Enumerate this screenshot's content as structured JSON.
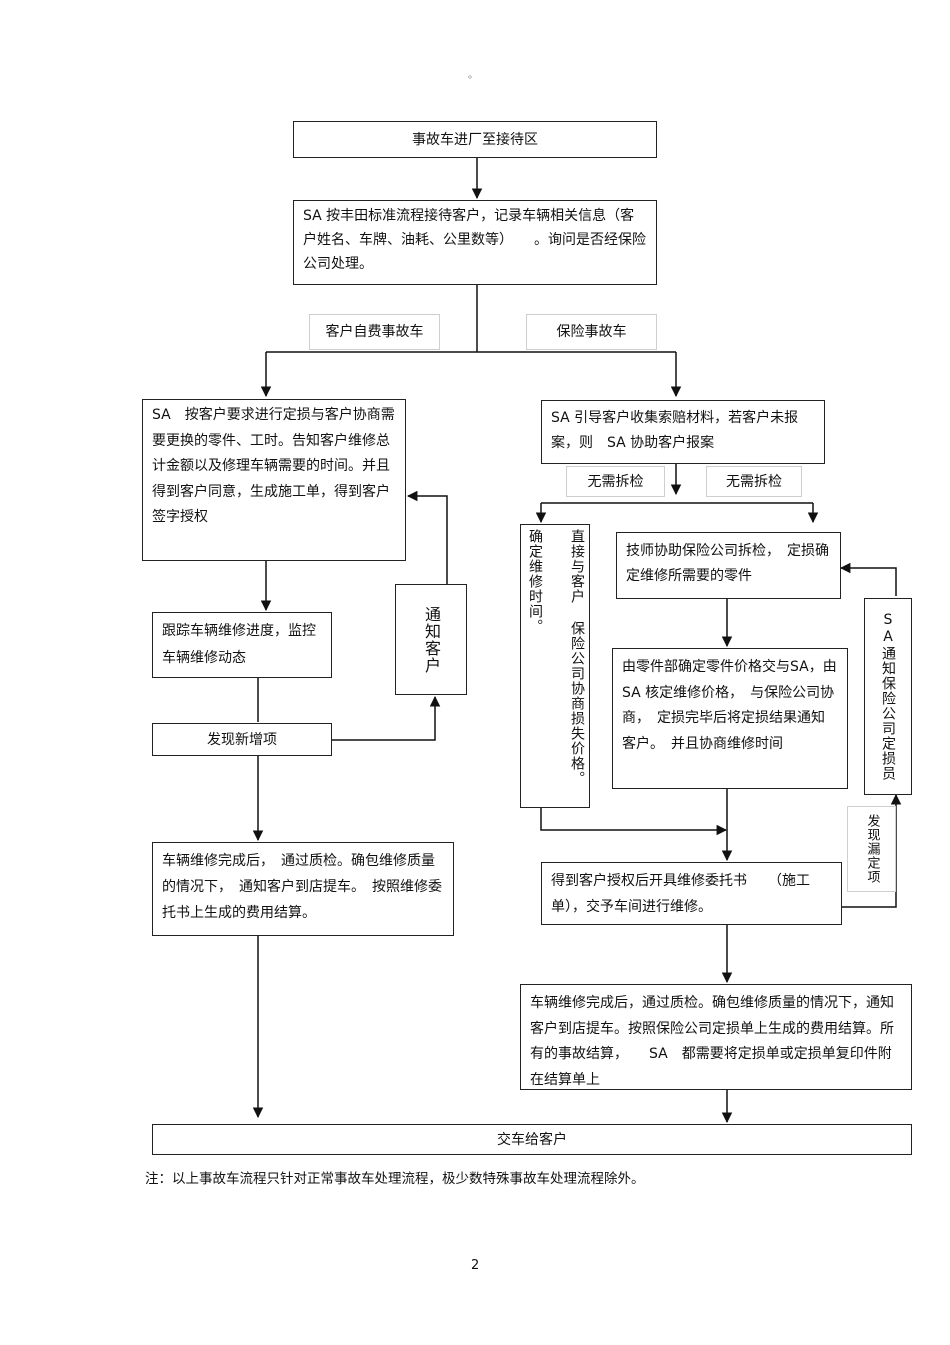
{
  "header_mark": "。",
  "flow": {
    "start": "事故车进厂至接待区",
    "reception": "SA 按丰田标准流程接待客户，记录车辆相关信息（客户姓名、车牌、油耗、公里数等）　　。询问是否经保险公司处理。",
    "branch_self_pay": "客户自费事故车",
    "branch_insurance": "保险事故车",
    "self_pay": {
      "quote": "SA　按客户要求进行定损与客户协商需要更换的零件、工时。告知客户维修总计金额以及修理车辆需要的时间。并且得到客户同意，生成施工单，得到客户签字授权",
      "notify_customer": "通知客户",
      "track": "跟踪车辆维修进度，监控车辆维修动态",
      "new_item": "发现新增项",
      "complete": "车辆维修完成后，　通过质检。确包维修质量的情况下，　通知客户到店提车。　按照维修委托书上生成的费用结算。"
    },
    "insurance": {
      "guide": "SA 引导客户收集索赔材料，若客户未报案，则　SA 协助客户报案",
      "no_disassembly_left": "无需拆检",
      "no_disassembly_right": "无需拆检",
      "direct_negotiate": "确定维修时间。",
      "direct_negotiate_2": "直接与客户 保险公司协商损失价格。",
      "tech_assist": "技师协助保险公司拆检，　定损确定维修所需要的零件",
      "sa_notify_adjuster": "SA通知保险公司定损员",
      "parts_price": "由零件部确定零件价格交与SA，由 SA 核定维修价格，　与保险公司协商，　定损完毕后将定损结果通知客户。　并且协商维修时间",
      "found_missed": "发现漏定项",
      "authorize": "得到客户授权后开具维修委托书　　（施工单），交予车间进行维修。",
      "complete": "车辆维修完成后，通过质检。确包维修质量的情况下，通知客户到店提车。按照保险公司定损单上生成的费用结算。所有的事故结算，　　SA　都需要将定损单或定损单复印件附在结算单上"
    },
    "deliver": "交车给客户"
  },
  "note": "注：以上事故车流程只针对正常事故车处理流程，极少数特殊事故车处理流程除外。",
  "page_number": "2"
}
